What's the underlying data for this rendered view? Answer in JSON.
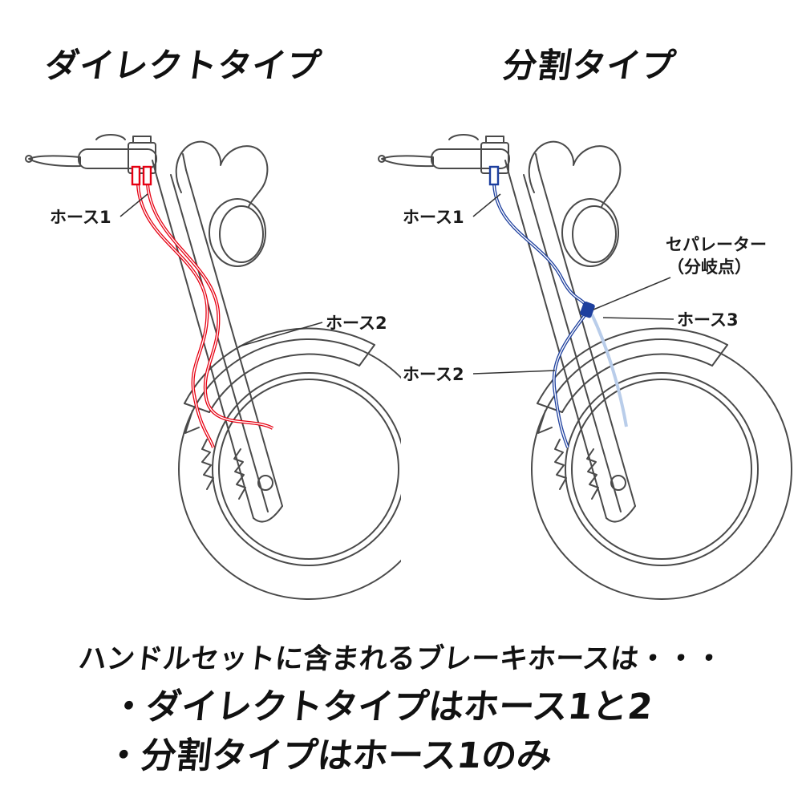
{
  "titles": {
    "left": "ダイレクトタイプ",
    "right": "分割タイプ"
  },
  "left_diagram": {
    "hose_color": "#e60012",
    "labels": {
      "hose1": "ホース1",
      "hose2": "ホース2"
    }
  },
  "right_diagram": {
    "hose_color": "#1d3f9e",
    "hose_pale_color": "#b9cdea",
    "labels": {
      "hose1": "ホース1",
      "separator_line1": "セパレーター",
      "separator_line2": "（分岐点）",
      "hose3": "ホース3",
      "hose2": "ホース2"
    }
  },
  "footer": {
    "intro": "ハンドルセットに含まれるブレーキホースは・・・",
    "bullet1": "・ダイレクトタイプはホース1と2",
    "bullet2": "・分割タイプはホース1のみ"
  }
}
